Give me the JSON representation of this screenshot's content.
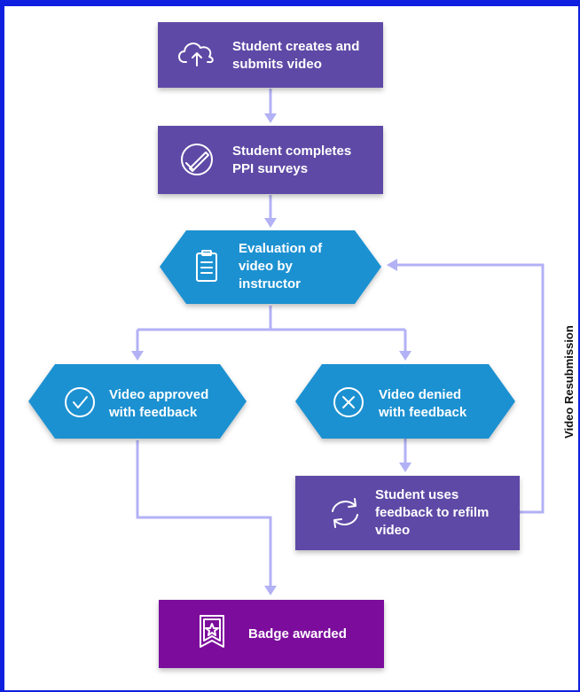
{
  "colors": {
    "frame": "#0f1fe0",
    "step": "#5e48a6",
    "decision": "#1a91d1",
    "award": "#7b0f9c",
    "connector": "#b3b1f5"
  },
  "nodes": {
    "submit": {
      "lines": [
        "Student creates and",
        "submits video"
      ],
      "icon": "cloud-upload-icon"
    },
    "surveys": {
      "lines": [
        "Student completes",
        "PPI surveys"
      ],
      "icon": "pencil-circle-icon"
    },
    "evaluation": {
      "lines": [
        "Evaluation of",
        "video by",
        "instructor"
      ],
      "icon": "clipboard-icon"
    },
    "approved": {
      "lines": [
        "Video approved",
        "with feedback"
      ],
      "icon": "check-circle-icon"
    },
    "denied": {
      "lines": [
        "Video denied",
        "with feedback"
      ],
      "icon": "x-circle-icon"
    },
    "refilm": {
      "lines": [
        "Student uses",
        "feedback to refilm",
        "video"
      ],
      "icon": "refresh-icon"
    },
    "badge": {
      "lines": [
        "Badge awarded"
      ],
      "icon": "badge-star-icon"
    }
  },
  "side_label": "Video Resubmission"
}
